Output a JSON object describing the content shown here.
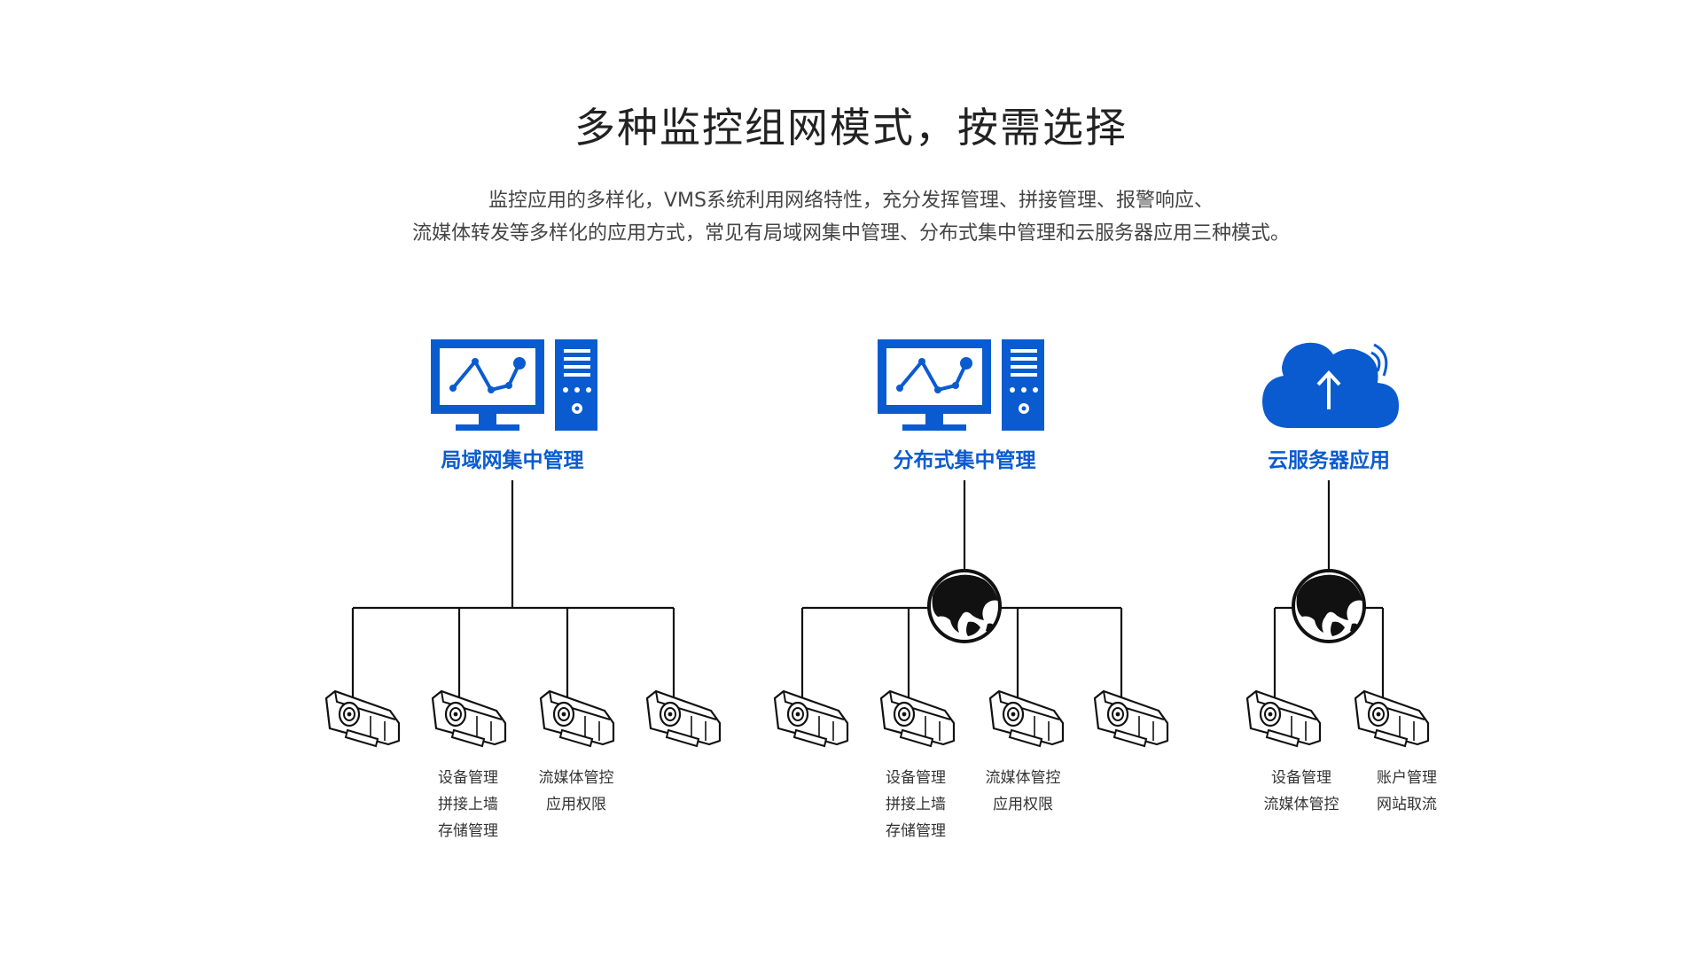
{
  "title": "多种监控组网模式，按需选择",
  "description": {
    "line1": "监控应用的多样化，VMS系统利用网络特性，充分发挥管理、拼接管理、报警响应、",
    "line2": "流媒体转发等多样化的应用方式，常见有局域网集中管理、分布式集中管理和云服务器应用三种模式。"
  },
  "colors": {
    "accent": "#0a5bd0",
    "line": "#111111"
  },
  "modes": [
    {
      "label": "局域网集中管理",
      "icon": "computer-icon",
      "hub": "none",
      "cameras": 4,
      "captions": [
        [
          "设备管理",
          "拼接上墙",
          "存储管理"
        ],
        [
          "流媒体管控",
          "应用权限"
        ]
      ]
    },
    {
      "label": "分布式集中管理",
      "icon": "computer-icon",
      "hub": "globe-icon",
      "cameras": 4,
      "captions": [
        [
          "设备管理",
          "拼接上墙",
          "存储管理"
        ],
        [
          "流媒体管控",
          "应用权限"
        ]
      ]
    },
    {
      "label": "云服务器应用",
      "icon": "cloud-upload-icon",
      "hub": "globe-icon",
      "cameras": 2,
      "captions": [
        [
          "设备管理",
          "流媒体管控"
        ],
        [
          "账户管理",
          "网站取流"
        ]
      ]
    }
  ]
}
